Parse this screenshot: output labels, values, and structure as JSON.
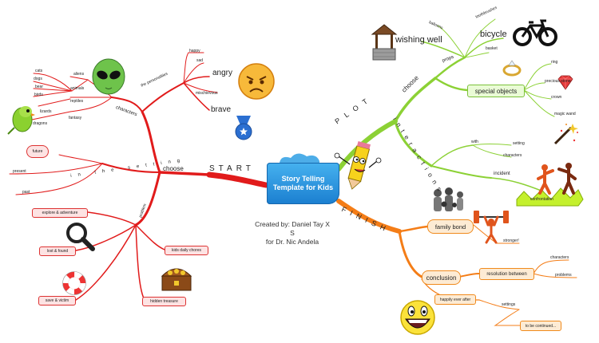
{
  "central": {
    "line1": "Story Telling",
    "line2": "Template for Kids"
  },
  "credit": {
    "line1": "Created by: Daniel Tay X S",
    "line2": "for Dr. Nic Andela"
  },
  "branches": {
    "start": "START",
    "plot": "PLOT",
    "finish": "FINISH"
  },
  "start": {
    "choose": "choose",
    "characters": "characters",
    "aliens": "aliens",
    "animals": "animals",
    "cats": "cats",
    "dogs": "dogs",
    "bear": "bear",
    "birds": "birds",
    "reptiles": "reptiles",
    "lizards": "lizards",
    "fantasy": "fantasy",
    "dragons": "dragons",
    "personalities": "the personalities",
    "happy": "happy",
    "sad": "sad",
    "angry": "angry",
    "mischievous": "mischievous",
    "brave": "brave",
    "in_the_setting": "in the setting",
    "future": "future",
    "present": "present",
    "past": "past",
    "problem": "problem",
    "explore": "explore & adventure",
    "lost": "lost & found",
    "save": "save & victim",
    "chores": "kids daily chores",
    "treasure": "hidden treasure"
  },
  "plot": {
    "choose": "choose",
    "props": "props",
    "balloons": "balloons",
    "toothbrushes": "toothbrushes",
    "wishing_well": "wishing well",
    "bicycle": "bicycle",
    "basket": "basket",
    "special_objects": "special objects",
    "ring": "ring",
    "precious_stone": "precious stone",
    "crown": "crown",
    "magic_wand": "magic wand",
    "interactions": "interactions",
    "with": "with",
    "setting": "setting",
    "characters": "characters",
    "incident": "incident",
    "confrontation": "confrontation"
  },
  "finish": {
    "family_bond": "family bond",
    "stronger": "stronger!",
    "conclusion": "conclusion",
    "resolution": "resolution between",
    "characters": "characters",
    "problems": "problems",
    "happily": "happily ever after",
    "settings": "settings",
    "continued": "to be continued..."
  },
  "colors": {
    "start": "#e11b1b",
    "plot": "#8cd135",
    "finish": "#f47d17",
    "central": "#2b93df"
  },
  "icons": [
    "alien-icon",
    "angry-face-icon",
    "medal-icon",
    "parrot-icon",
    "magnifier-icon",
    "lifebuoy-icon",
    "treasure-chest-icon",
    "wishing-well-icon",
    "bicycle-icon",
    "ring-icon",
    "gem-icon",
    "magic-wand-icon",
    "pencil-character-icon",
    "fight-figures-icon",
    "family-icon",
    "weightlifter-icon",
    "laughing-face-icon"
  ]
}
